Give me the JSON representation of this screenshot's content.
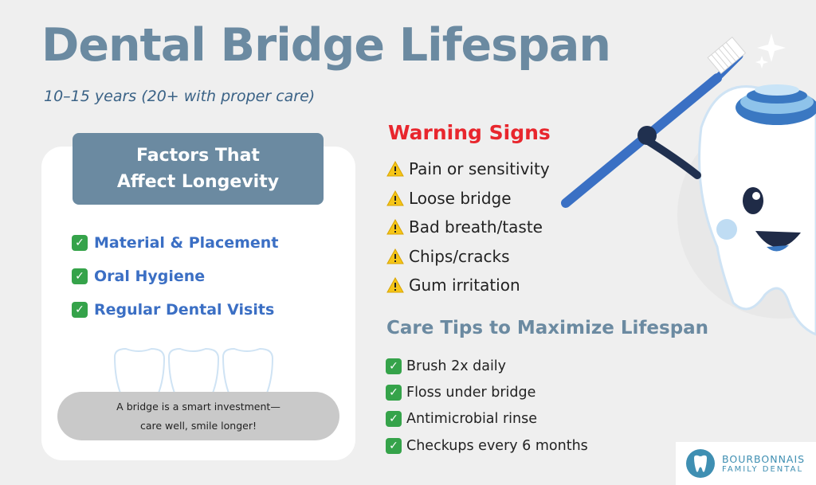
{
  "header": {
    "title": "Dental Bridge Lifespan",
    "subtitle": "10–15 years (20+ with proper care)"
  },
  "factors": {
    "heading": "Factors That Affect Longevity",
    "items": [
      {
        "label": "Material & Placement",
        "icon": "check-icon"
      },
      {
        "label": "Oral Hygiene",
        "icon": "check-icon"
      },
      {
        "label": "Regular Dental Visits",
        "icon": "check-icon"
      }
    ],
    "tagline_line1": "A bridge is a smart investment—",
    "tagline_line2": "care well, smile longer!"
  },
  "warning": {
    "heading": "Warning Signs",
    "items": [
      {
        "label": "Pain or sensitivity",
        "icon": "warning-icon"
      },
      {
        "label": "Loose bridge",
        "icon": "warning-icon"
      },
      {
        "label": "Bad breath/taste",
        "icon": "warning-icon"
      },
      {
        "label": "Chips/cracks",
        "icon": "warning-icon"
      },
      {
        "label": "Gum irritation",
        "icon": "warning-icon"
      }
    ]
  },
  "care": {
    "heading": "Care Tips to Maximize Lifespan",
    "items": [
      {
        "label": "Brush 2x daily",
        "icon": "check-icon"
      },
      {
        "label": "Floss under bridge",
        "icon": "check-icon"
      },
      {
        "label": "Antimicrobial rinse",
        "icon": "check-icon"
      },
      {
        "label": "Checkups every 6 months",
        "icon": "check-icon"
      }
    ]
  },
  "brand": {
    "name": "BOURBONNAIS",
    "sub": "FAMILY DENTAL"
  },
  "colors": {
    "title": "#6b8aa1",
    "warning": "#e8262d",
    "factor_text": "#3b6fc4",
    "check": "#35a34a",
    "background": "#efefef"
  }
}
